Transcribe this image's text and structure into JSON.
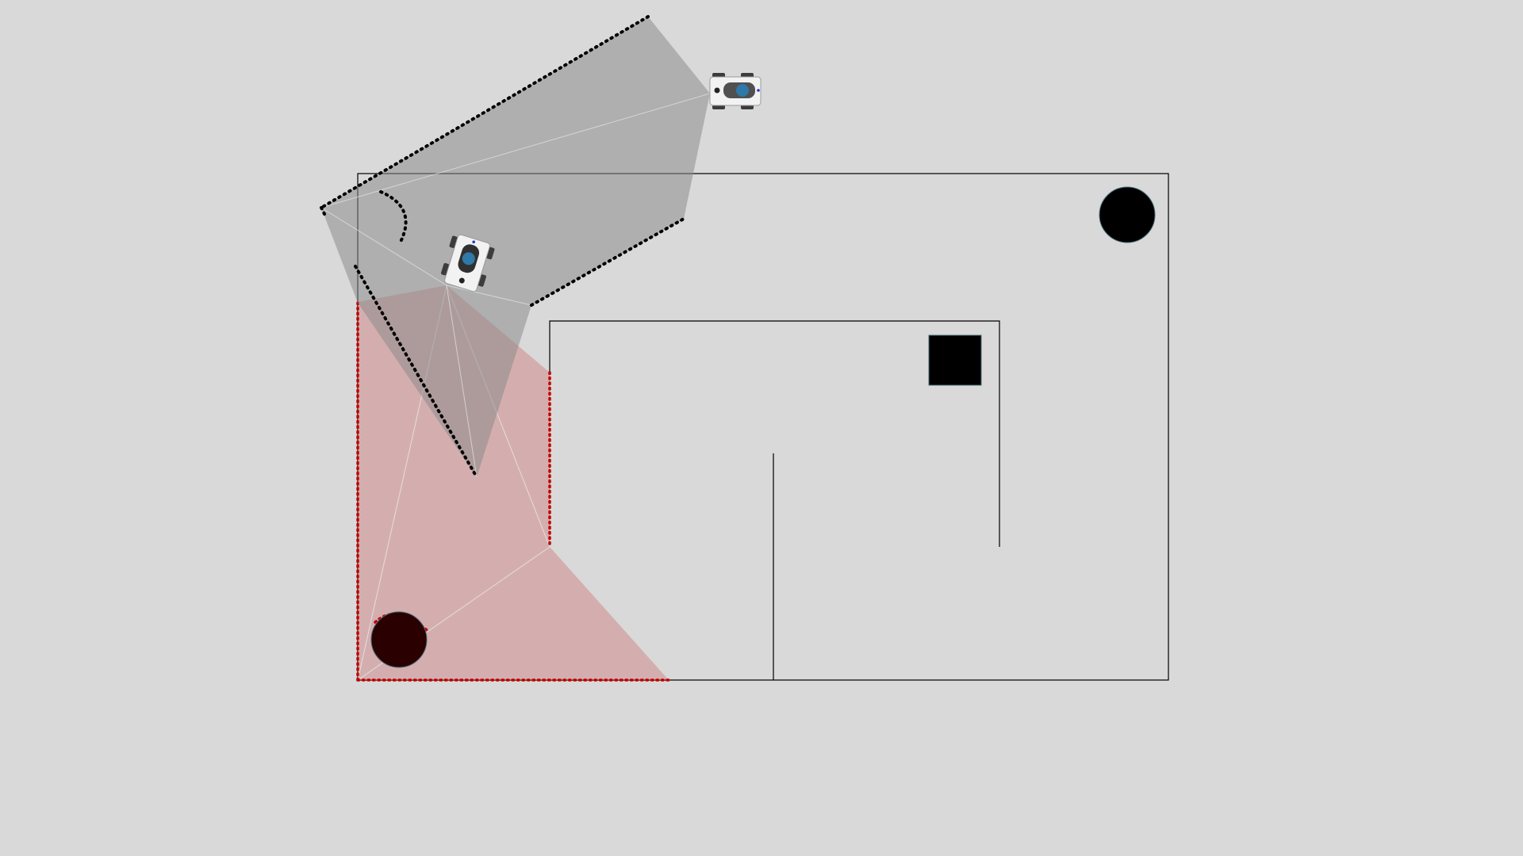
{
  "scene": {
    "background": "#d9d9d9",
    "colors": {
      "wall": "#000000",
      "obstacle": "#000000",
      "scan_gray_fill": "#a0a0a0",
      "scan_red_fill": "#d9a6a6",
      "scan_red_dots": "#c00000",
      "scan_black_dots": "#000000",
      "robot_body": "#f2f2f2",
      "robot_wheel": "#3c3c3c",
      "robot_lens": "#2f78a8"
    },
    "robots": [
      {
        "name": "robot-top-right",
        "label": "",
        "heading": "right"
      },
      {
        "name": "robot-center",
        "label": "",
        "heading": "down"
      }
    ],
    "obstacles": [
      {
        "name": "obstacle-circle-top-right",
        "shape": "circle"
      },
      {
        "name": "obstacle-square",
        "shape": "square"
      },
      {
        "name": "obstacle-circle-bottom-left",
        "shape": "circle"
      }
    ]
  }
}
